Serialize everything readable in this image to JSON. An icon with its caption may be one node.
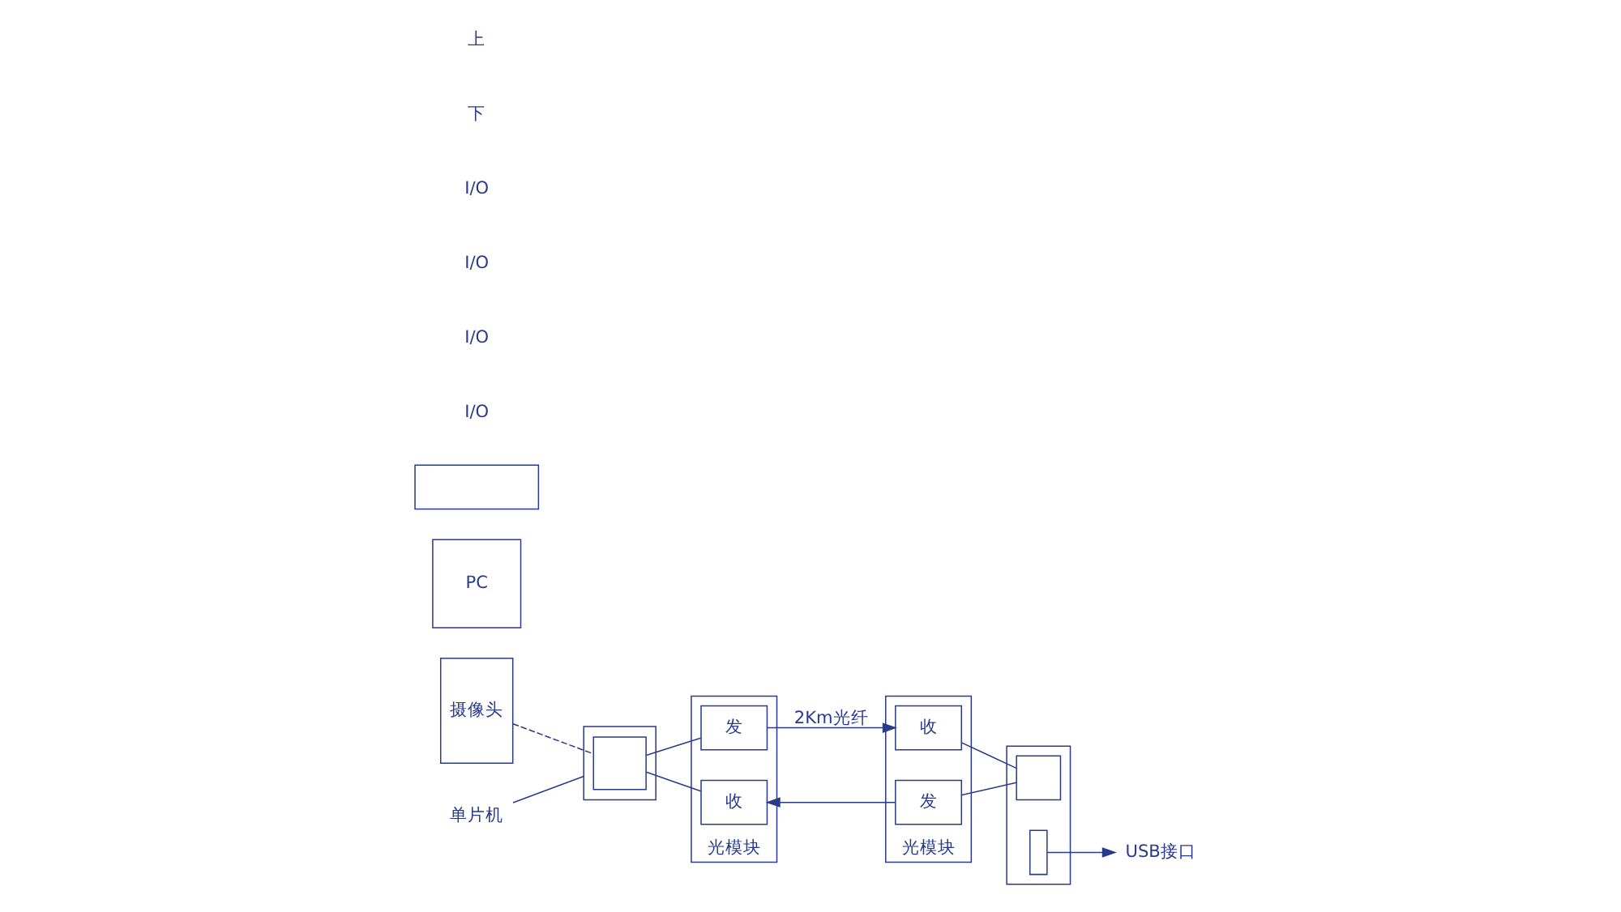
{
  "diagram": {
    "nodes": [
      {
        "text": [
          "摄像头"
        ]
      },
      {
        "text": [],
        "shape": "box"
      },
      {
        "text": [],
        "shape": "box",
        "in": 1
      },
      {
        "text": [
          "单片机"
        ]
      },
      {
        "text": [
          "光模块"
        ]
      },
      {
        "text": [
          "发"
        ],
        "in": 4
      },
      {
        "text": [
          "收"
        ],
        "in": 4
      },
      {
        "text": [
          "光模块"
        ]
      },
      {
        "text": [
          "收"
        ],
        "in": 7
      },
      {
        "text": [
          "发"
        ],
        "in": 7
      },
      {
        "text": [],
        "shape": "box"
      },
      {
        "text": [],
        "shape": "box",
        "in": 10
      },
      {
        "text": [],
        "shape": "box",
        "in": 10
      },
      {
        "text": [
          "USB接口"
        ]
      },
      {
        "text": [
          "PC"
        ]
      },
      {
        "text": [],
        "shape": "box"
      }
    ],
    "edges": [
      {
        "from": 0,
        "to": 2,
        "arrow": "none",
        "style": "dashed"
      },
      {
        "from": 3,
        "to": 1,
        "arrow": "none"
      },
      {
        "from": 2,
        "to": 5,
        "arrow": "none"
      },
      {
        "from": 2,
        "to": 6,
        "arrow": "none"
      },
      {
        "from": 5,
        "to": 8,
        "arrow": "to",
        "label": "2Km光纤"
      },
      {
        "from": 9,
        "to": 6,
        "arrow": "to"
      },
      {
        "from": 8,
        "to": 11,
        "arrow": "none"
      },
      {
        "from": 9,
        "to": 11,
        "arrow": "none"
      },
      {
        "from": 12,
        "to": 13,
        "arrow": "to"
      }
    ],
    "labels": [
      "I/O",
      "I/O",
      "I/O",
      "I/O",
      "下",
      "上"
    ]
  }
}
